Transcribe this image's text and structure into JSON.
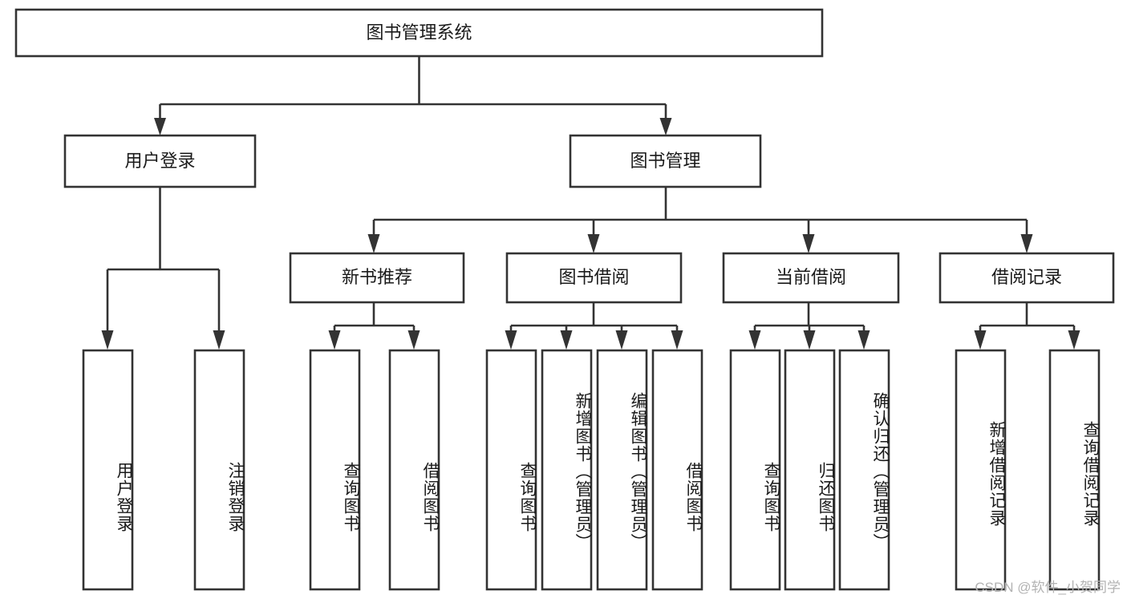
{
  "diagram": {
    "type": "tree-hierarchy-chart",
    "title": "图书管理系统",
    "watermark": "CSDN @软件_小贺同学",
    "colors": {
      "box_stroke": "#333333",
      "box_fill": "#ffffff",
      "text": "#1a1a1a",
      "background": "#ffffff",
      "watermark": "#b3b3b3"
    },
    "root": {
      "label": "图书管理系统"
    },
    "level1": [
      {
        "label": "用户登录"
      },
      {
        "label": "图书管理"
      }
    ],
    "level2": [
      {
        "label": "新书推荐"
      },
      {
        "label": "图书借阅"
      },
      {
        "label": "当前借阅"
      },
      {
        "label": "借阅记录"
      }
    ],
    "leaves": {
      "user_login": [
        {
          "label": "用户登录"
        },
        {
          "label": "注销登录"
        }
      ],
      "new_book_recommend": [
        {
          "label": "查询图书"
        },
        {
          "label": "借阅图书"
        }
      ],
      "book_borrow": [
        {
          "label": "查询图书"
        },
        {
          "label": "新增图书（管理员）"
        },
        {
          "label": "编辑图书（管理员）"
        },
        {
          "label": "借阅图书"
        }
      ],
      "current_borrow": [
        {
          "label": "查询图书"
        },
        {
          "label": "归还图书"
        },
        {
          "label": "确认归还（管理员）"
        }
      ],
      "borrow_record": [
        {
          "label": "新增借阅记录"
        },
        {
          "label": "查询借阅记录"
        }
      ]
    }
  }
}
